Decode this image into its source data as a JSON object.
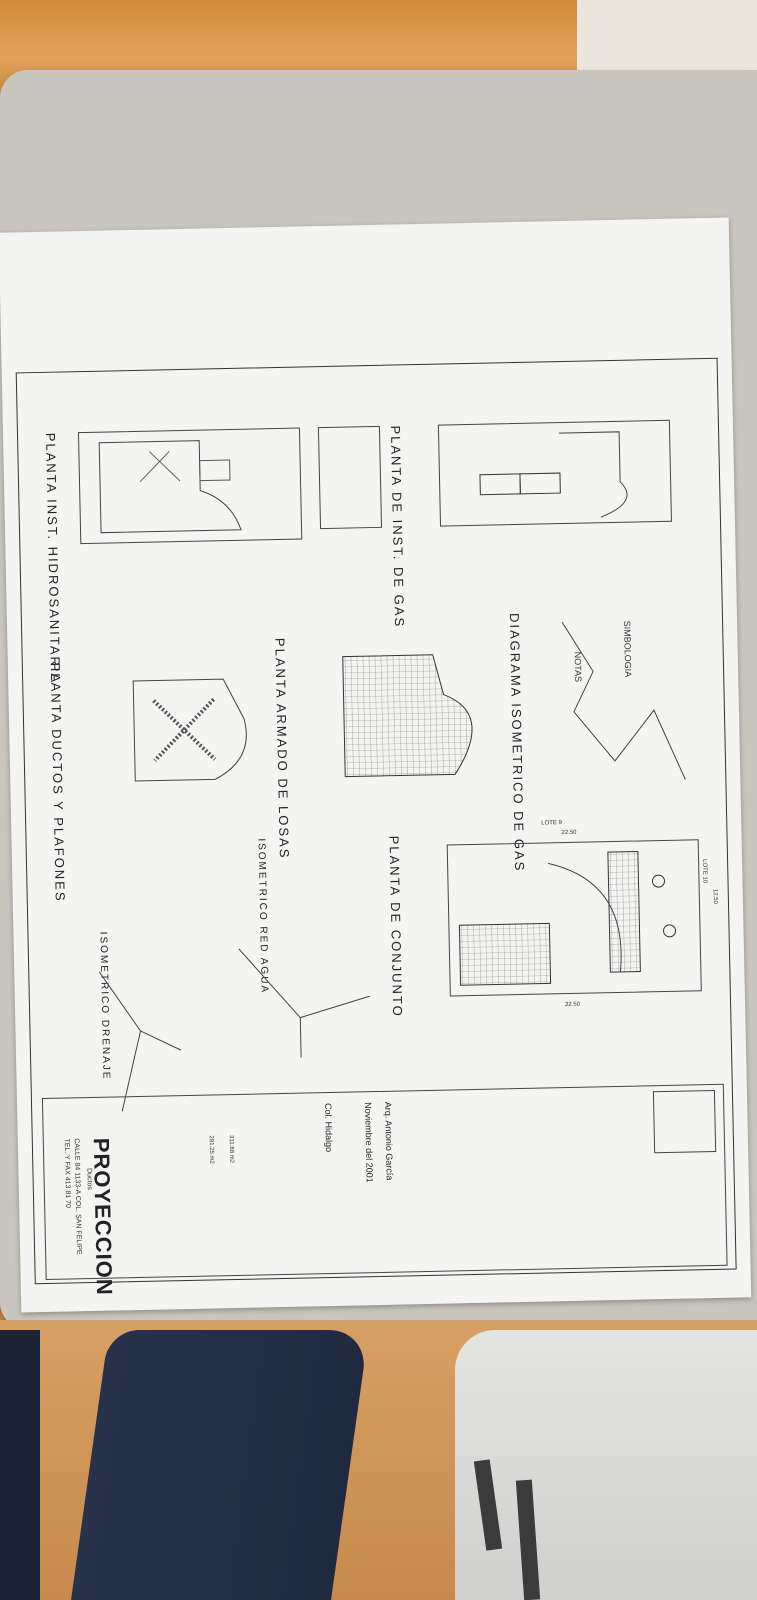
{
  "sheet": {
    "labels": {
      "hidro": "PLANTA INST. HIDROSANITARIA",
      "gas": "PLANTA DE INST. DE GAS",
      "ductos": "PLANTA DUCTOS Y PLAFONES",
      "losas": "PLANTA ARMADO DE LOSAS",
      "diagrama": "DIAGRAMA ISOMETRICO DE GAS",
      "conjunto": "PLANTA DE CONJUNTO",
      "isoagua": "ISOMETRICO RED AGUA",
      "isodren": "ISOMETRICO DRENAJE"
    },
    "notes": {
      "simbologia": "SIMBOLOGIA",
      "notas": "NOTAS"
    },
    "dims": {
      "d1": "22.50",
      "d2": "12.50",
      "lote": "LOTE 9",
      "lote2": "LOTE 10"
    },
    "titleblock": {
      "arq": "Arq. Antonio García",
      "fecha": "Noviembre del 2001",
      "sub": "Col. Hidalgo",
      "brand": "PROYECCION",
      "brand_sub": "Ductos",
      "address": "CALLE 84 1133-A COL. SAN FELIPE",
      "phone": "TEL. Y FAX 413 81 70",
      "sup1": "311.88 m2",
      "sup2": "281.25 m2"
    }
  }
}
